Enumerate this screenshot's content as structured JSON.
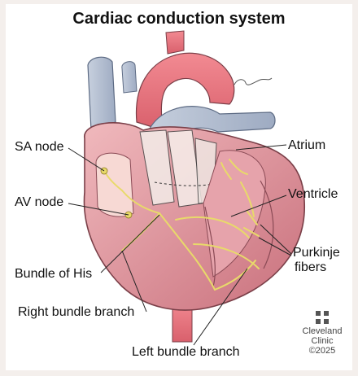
{
  "title": "Cardiac conduction system",
  "labels": {
    "sa_node": "SA node",
    "av_node": "AV node",
    "bundle_of_his": "Bundle of His",
    "right_bundle_branch": "Right bundle branch",
    "left_bundle_branch": "Left bundle branch",
    "atrium": "Atrium",
    "ventricle": "Ventricle",
    "purkinje_line1": "Purkinje",
    "purkinje_line2": "fibers"
  },
  "logo": {
    "line1": "Cleveland",
    "line2": "Clinic",
    "year": "©2025"
  },
  "colors": {
    "heart": "#d98c96",
    "aorta": "#e8727d",
    "veins": "#b9c4d6",
    "conduction": "#e8da6a",
    "leader_lines": "#222222",
    "background": "#f4efec"
  }
}
